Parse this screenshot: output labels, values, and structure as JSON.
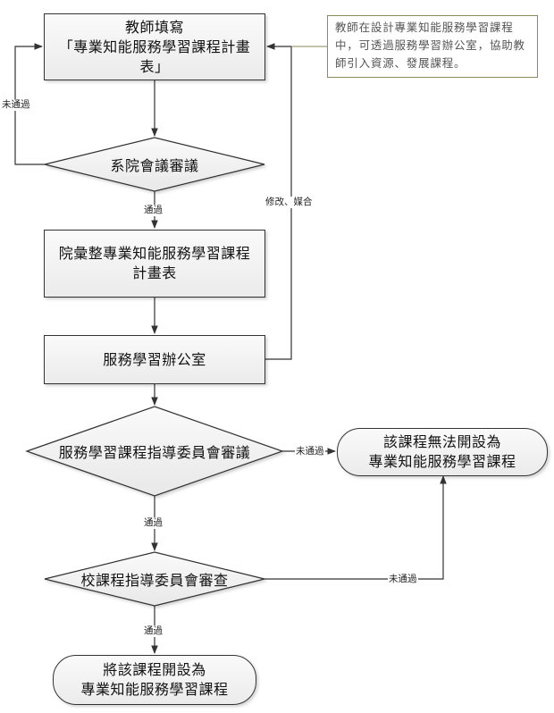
{
  "nodes": {
    "teacher_fill": "教師填寫\n「專業知能服務學習課程計畫\n表」",
    "dept_review": "系院會議審議",
    "college_compile": "院彙整專業知能服務學習課程\n計畫表",
    "service_office": "服務學習辦公室",
    "committee_review": "服務學習課程指導委員會審議",
    "cannot_open": "該課程無法開設為\n專業知能服務學習課程",
    "school_review": "校課程指導委員會審查",
    "open_course": "將該課程開設為\n專業知能服務學習課程"
  },
  "edge_labels": {
    "dept_fail": "未通過",
    "dept_pass": "通過",
    "revise": "修改、媒合",
    "committee_fail": "未通過",
    "committee_pass": "通過",
    "school_fail": "未通過",
    "school_pass": "通過"
  },
  "note": "教師在設計專業知能服務學習課程中，可透過服務學習辦公室，協助教師引入資源、發展課程。",
  "colors": {
    "line": "#333333",
    "node_fill": "#f2f2f2",
    "note_border": "#8a8a5a"
  }
}
